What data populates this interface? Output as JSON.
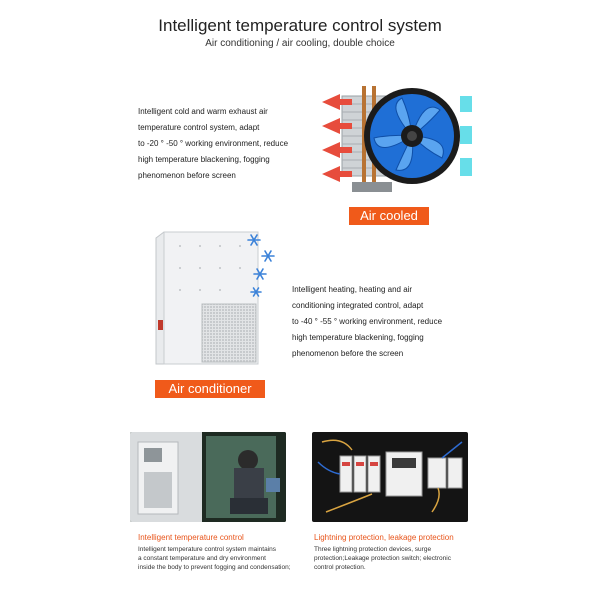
{
  "header": {
    "title": "Intelligent temperature control system",
    "subtitle": "Air conditioning / air cooling, double choice"
  },
  "air_cooled": {
    "description": [
      "Intelligent cold and warm exhaust air",
      "temperature control system, adapt",
      "to -20 ° -50 ° working environment, reduce",
      "high temperature blackening, fogging",
      "phenomenon before screen"
    ],
    "label": "Air cooled"
  },
  "air_conditioner": {
    "description": [
      "Intelligent heating, heating and air",
      "conditioning integrated control, adapt",
      "to -40 ° -55 ° working environment, reduce",
      "high temperature blackening, fogging",
      "phenomenon before the screen"
    ],
    "label": "Air conditioner"
  },
  "features": [
    {
      "title": "Intelligent temperature control",
      "text": [
        "Intelligent temperature control system maintains",
        "a constant temperature and dry environment",
        "inside the body to prevent fogging and condensation;"
      ]
    },
    {
      "title": "Lightning protection, leakage protection",
      "text": [
        "Three lightning protection devices, surge",
        "protection;Leakage protection switch; electronic",
        "control protection."
      ]
    }
  ],
  "colors": {
    "accent": "#f05a1a",
    "fan_blue": "#1f6fd6",
    "arrow_red": "#e74c3c",
    "air_cyan": "#4dd9e6"
  },
  "icons": [
    "fan-icon",
    "snowflake-icon",
    "air-conditioner-icon"
  ]
}
